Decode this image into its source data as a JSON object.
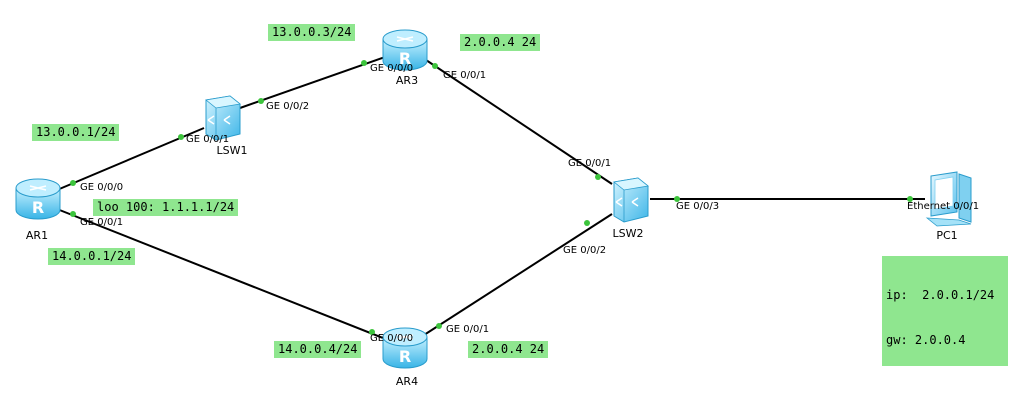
{
  "devices": {
    "ar1": {
      "label": "AR1",
      "icon": "router-icon"
    },
    "ar3": {
      "label": "AR3",
      "icon": "router-icon"
    },
    "ar4": {
      "label": "AR4",
      "icon": "router-icon"
    },
    "lsw1": {
      "label": "LSW1",
      "icon": "switch-icon"
    },
    "lsw2": {
      "label": "LSW2",
      "icon": "switch-icon"
    },
    "pc1": {
      "label": "PC1",
      "icon": "pc-icon"
    }
  },
  "ports": {
    "ar1_ge000": "GE 0/0/0",
    "ar1_ge001": "GE 0/0/1",
    "lsw1_ge001": "GE 0/0/1",
    "lsw1_ge002": "GE 0/0/2",
    "ar3_ge000": "GE 0/0/0",
    "ar3_ge001": "GE 0/0/1",
    "lsw2_ge001": "GE 0/0/1",
    "lsw2_ge002": "GE 0/0/2",
    "lsw2_ge003": "GE 0/0/3",
    "ar4_ge000": "GE 0/0/0",
    "ar4_ge001": "GE 0/0/1",
    "pc1_eth001": "Ethernet 0/0/1"
  },
  "notes": {
    "ar3_g0": "13.0.0.3/24",
    "ar3_g1": "2.0.0.4 24",
    "ar1_g0": "13.0.0.1/24",
    "ar1_loop": "loo 100: 1.1.1.1/24",
    "ar1_g1": "14.0.0.1/24",
    "ar4_g0": "14.0.0.4/24",
    "ar4_g1": "2.0.0.4 24",
    "pc1_ip": "ip:  2.0.0.1/24",
    "pc1_gw": "gw: 2.0.0.4"
  },
  "colors": {
    "note_bg": "#8fe68f",
    "device_blue": "#5fc6ee",
    "port_dot": "#3cc43c",
    "link": "#000000"
  }
}
